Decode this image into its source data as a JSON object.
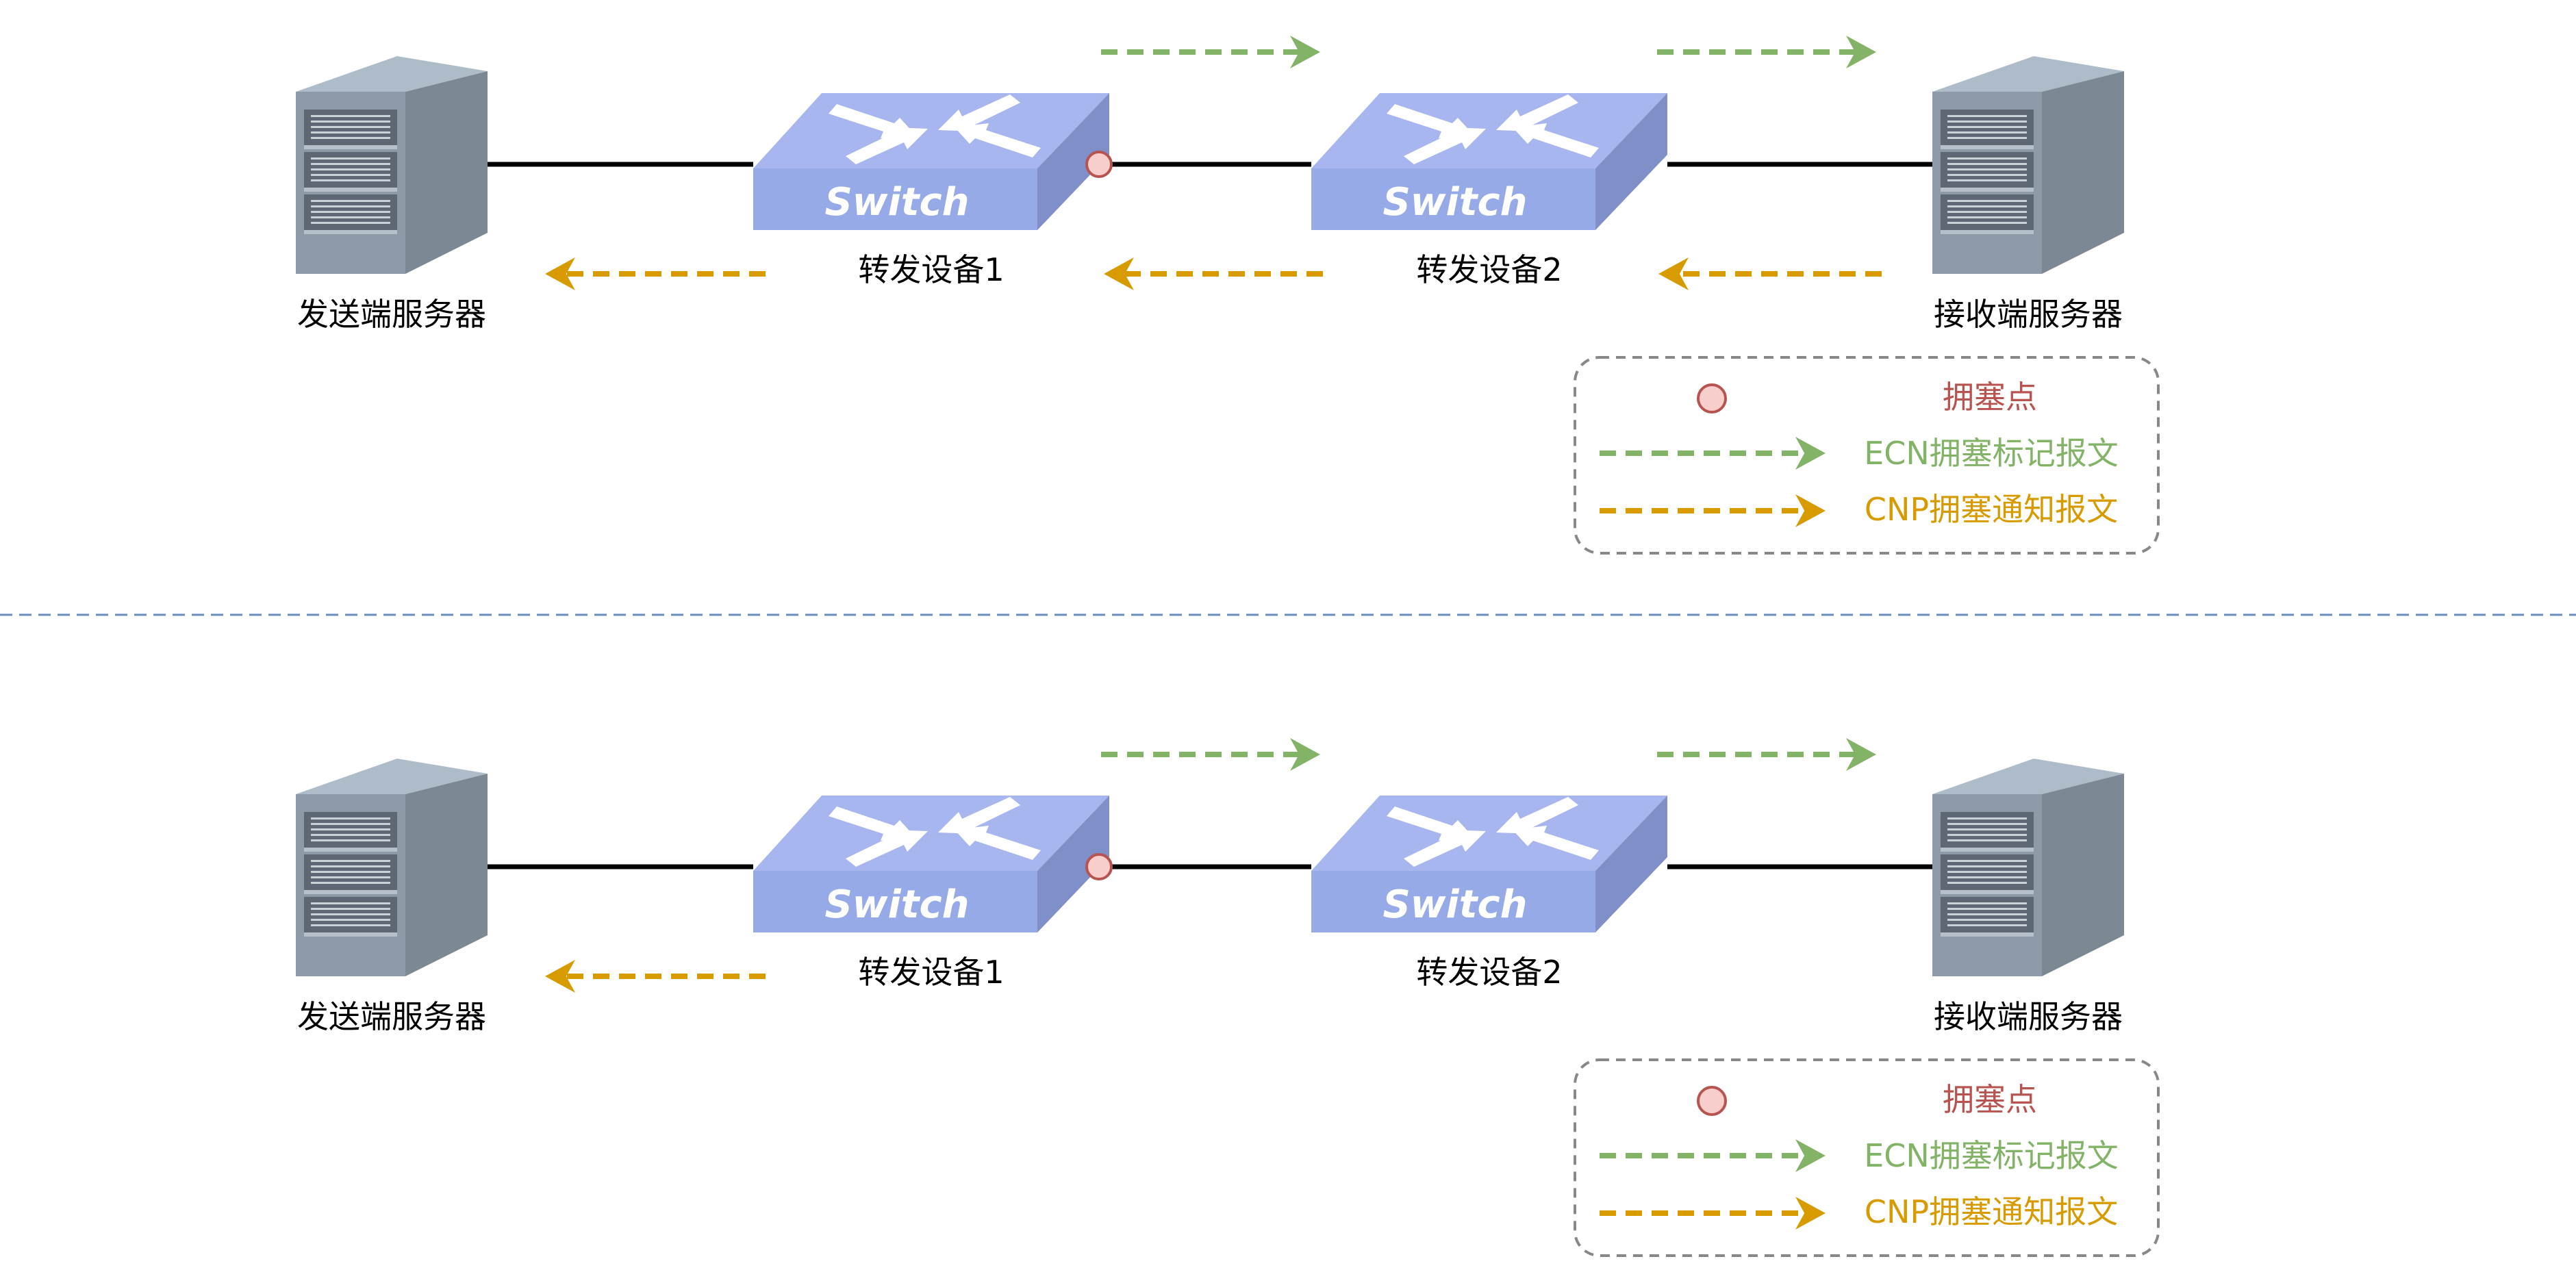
{
  "colors": {
    "ecn": "#82b366",
    "cnp": "#d79b00",
    "congestion_fill": "#f8cecc",
    "congestion_stroke": "#b85450",
    "legend_border": "#888888",
    "divider": "#6c8ebf",
    "switch_top": "#a7b6ee",
    "switch_front": "#96aae8",
    "switch_side": "#7f8fc7",
    "server_front": "#8e9aa7",
    "server_side": "#7c8894",
    "server_top": "#aebbc8"
  },
  "icons": {
    "switch": "network-switch-icon",
    "server": "tower-server-icon",
    "congestion": "congestion-point-icon"
  },
  "panels": [
    {
      "sender": "发送端服务器",
      "switch1": "转发设备1",
      "switch2": "转发设备2",
      "receiver": "接收端服务器",
      "switch_text": "Switch",
      "cnp_arrows": 3,
      "legend": {
        "congestion": "拥塞点",
        "ecn": "ECN拥塞标记报文",
        "cnp": "CNP拥塞通知报文"
      }
    },
    {
      "sender": "发送端服务器",
      "switch1": "转发设备1",
      "switch2": "转发设备2",
      "receiver": "接收端服务器",
      "switch_text": "Switch",
      "cnp_arrows": 1,
      "legend": {
        "congestion": "拥塞点",
        "ecn": "ECN拥塞标记报文",
        "cnp": "CNP拥塞通知报文"
      }
    }
  ]
}
